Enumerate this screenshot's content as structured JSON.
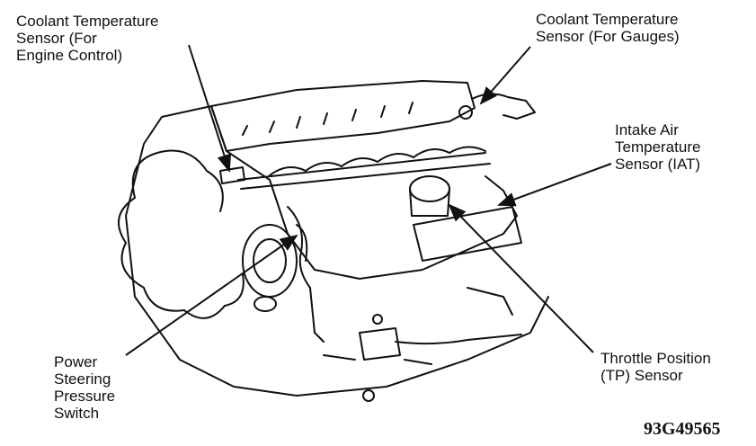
{
  "labels": {
    "ect_engine": "Coolant Temperature\nSensor (For\nEngine Control)",
    "ect_gauges": "Coolant Temperature\nSensor (For Gauges)",
    "iat": "Intake Air\nTemperature\nSensor (IAT)",
    "tp": "Throttle Position\n(TP) Sensor",
    "ps_switch": "Power\nSteering\nPressure\nSwitch"
  },
  "figure_id": "93G49565",
  "colors": {
    "ink": "#111111",
    "background": "#ffffff"
  }
}
